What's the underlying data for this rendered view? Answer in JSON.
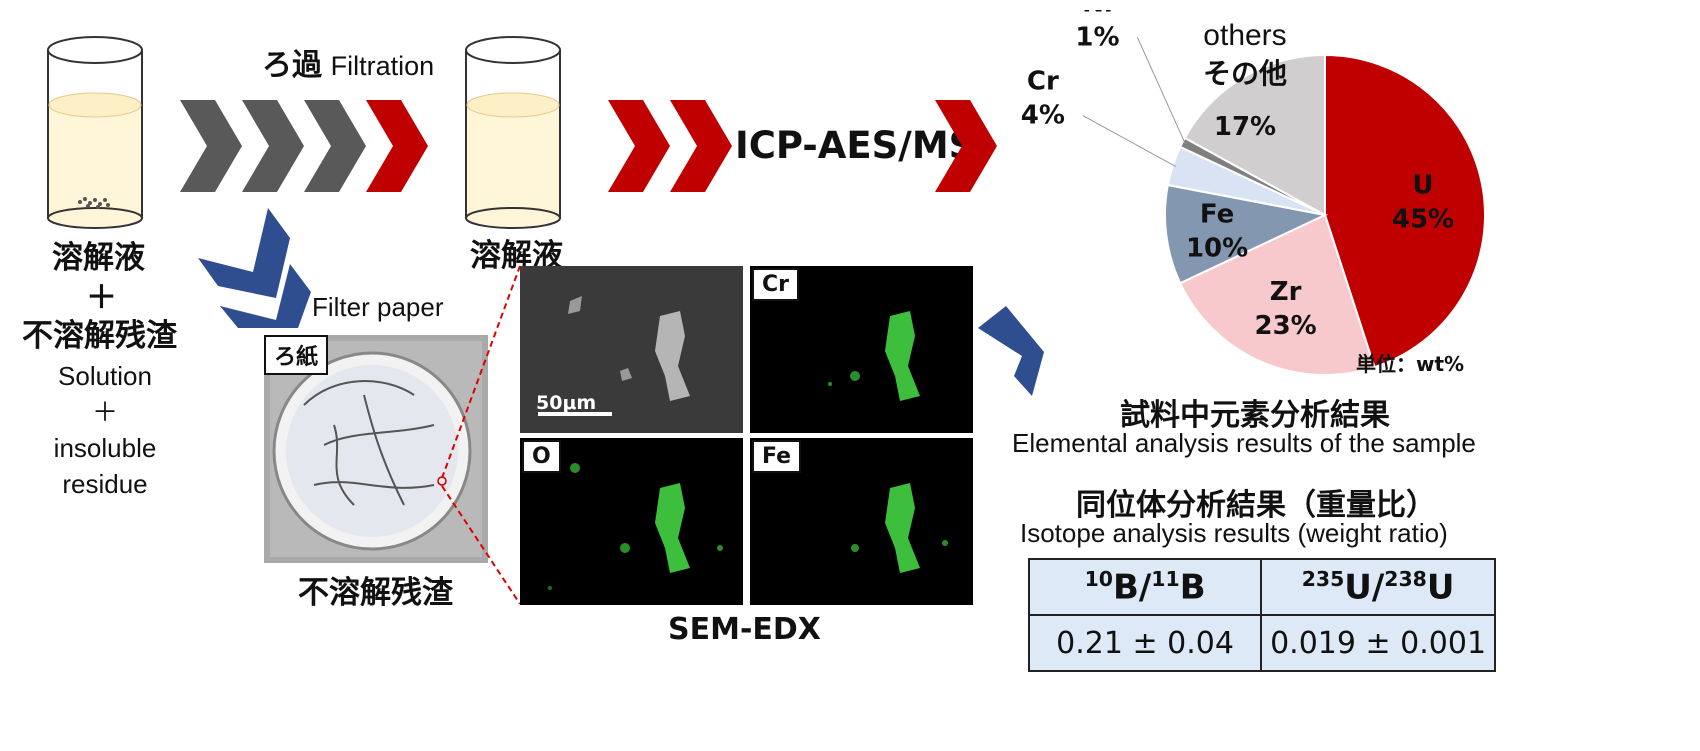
{
  "left": {
    "solution_jp": "溶解液",
    "plus": "＋",
    "residue_jp": "不溶解残渣",
    "en_lines": [
      "Solution",
      "＋",
      "insoluble",
      "residue"
    ]
  },
  "filtration": {
    "jp": "ろ過",
    "en": "Filtration"
  },
  "middle": {
    "solution_jp": "溶解液"
  },
  "icp": {
    "label": "ICP-AES/MS"
  },
  "filter": {
    "en": "Filter paper",
    "tag_jp": "ろ紙",
    "residue_jp": "不溶解残渣"
  },
  "sem": {
    "title": "SEM-EDX",
    "scale": "50μm",
    "panels": [
      "Cr",
      "O",
      "Fe"
    ]
  },
  "elemental": {
    "unit": "単位：wt%",
    "title_jp": "試料中元素分析結果",
    "title_en": "Elemental analysis results of the sample"
  },
  "chart_data": {
    "type": "pie",
    "unit": "wt%",
    "slices": [
      {
        "name": "U",
        "value": 45,
        "label": "45%",
        "color": "#c00000"
      },
      {
        "name": "Zr",
        "value": 23,
        "label": "23%",
        "color": "#f8c9cc"
      },
      {
        "name": "Fe",
        "value": 10,
        "label": "10%",
        "color": "#8497b0"
      },
      {
        "name": "Cr",
        "value": 4,
        "label": "4%",
        "color": "#dae3f3"
      },
      {
        "name": "Ni",
        "value": 1,
        "label": "1%",
        "color": "#7f7f7f"
      },
      {
        "name": "others",
        "name_jp": "その他",
        "value": 17,
        "label": "17%",
        "color": "#d0cece"
      }
    ]
  },
  "isotope": {
    "title_jp": "同位体分析結果（重量比）",
    "title_en": "Isotope analysis results (weight ratio)",
    "col1_top": "10",
    "col1_mid": "B/",
    "col1_sup2": "11",
    "col1_end": "B",
    "col2_top": "235",
    "col2_mid": "U/",
    "col2_sup2": "238",
    "col2_end": "U",
    "val1": "0.21 ± 0.04",
    "val2": "0.019 ± 0.001"
  }
}
